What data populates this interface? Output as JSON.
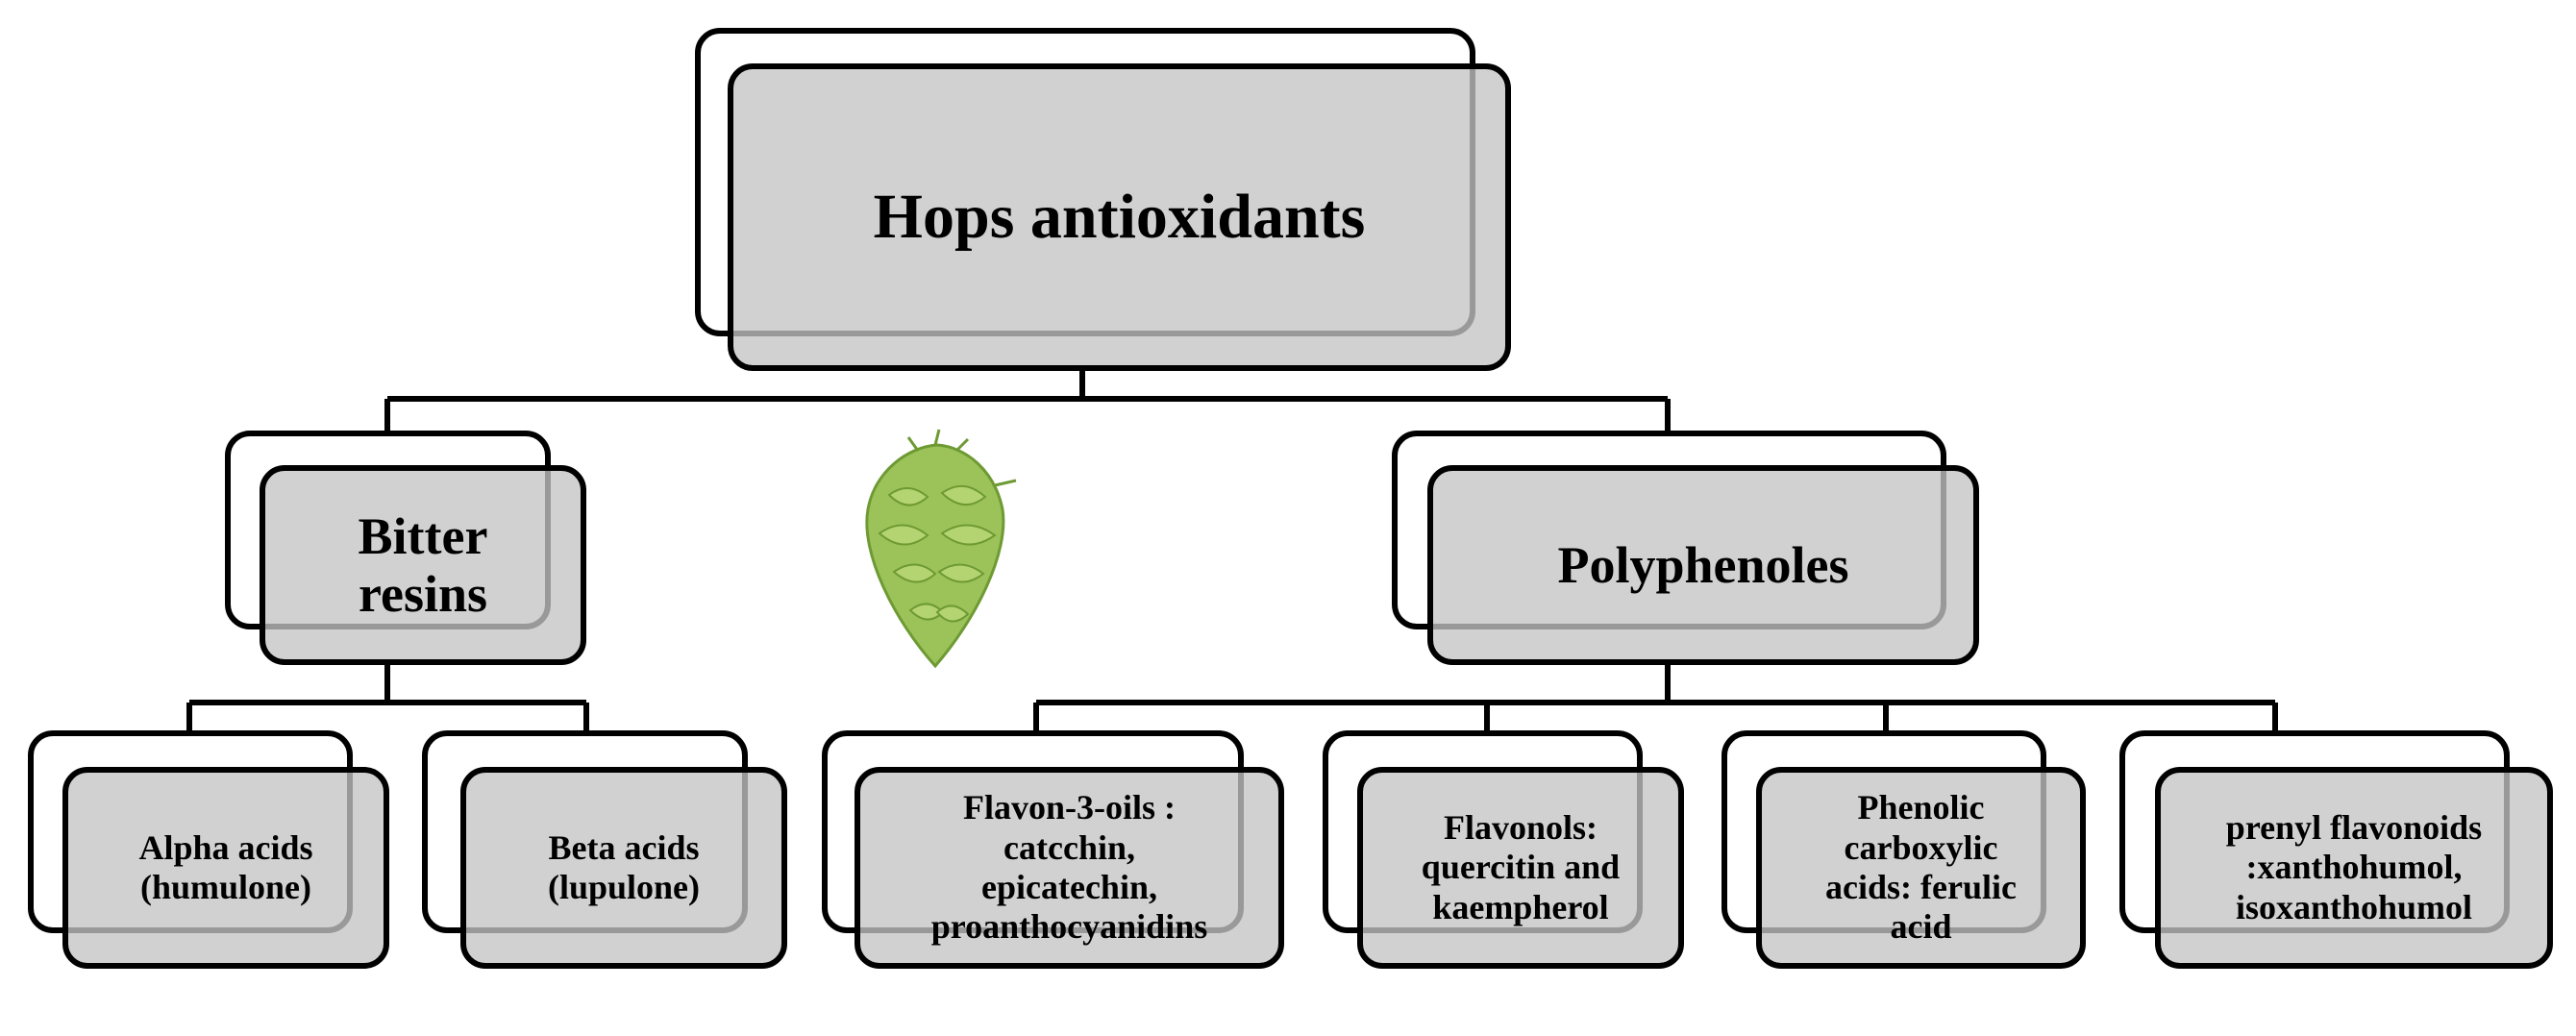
{
  "root": {
    "label": "Hops antioxidants"
  },
  "branches": [
    {
      "label": "Bitter resins",
      "children": [
        {
          "label": "Alpha acids\n(humulone)"
        },
        {
          "label": "Beta acids\n(lupulone)"
        }
      ]
    },
    {
      "label": "Polyphenoles",
      "children": [
        {
          "label": "Flavon-3-oils :\ncatcchin,\nepicatechin,\nproanthocyanidins"
        },
        {
          "label": "Flavonols:\nquercitin and\nkaempherol"
        },
        {
          "label": "Phenolic\ncarboxylic\nacids: ferulic\nacid"
        },
        {
          "label": "prenyl flavonoids\n:xanthohumol,\nisoxanthohumol"
        }
      ]
    }
  ],
  "image": {
    "icon": "hop-cone-icon",
    "color": "#8fb84a"
  },
  "colors": {
    "box_fill": "#d0d0d0",
    "outline": "#000000"
  }
}
